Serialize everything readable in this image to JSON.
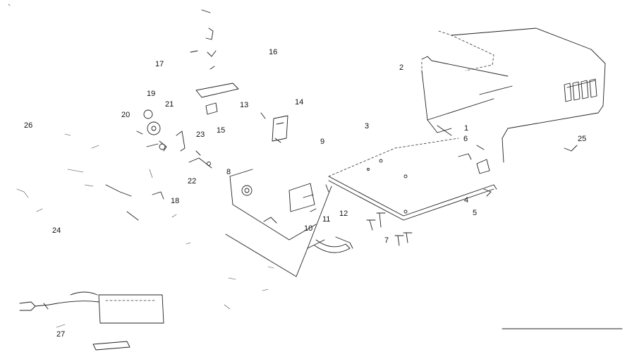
{
  "diagram": {
    "part_labels": [
      "1",
      "2",
      "3",
      "4",
      "5",
      "6",
      "7",
      "8",
      "9",
      "10",
      "11",
      "12",
      "13",
      "14",
      "15",
      "16",
      "17",
      "18",
      "19",
      "20",
      "21",
      "22",
      "23",
      "24",
      "25",
      "26",
      "27"
    ],
    "colors": {
      "ink": "#222222",
      "background": "#ffffff"
    }
  }
}
